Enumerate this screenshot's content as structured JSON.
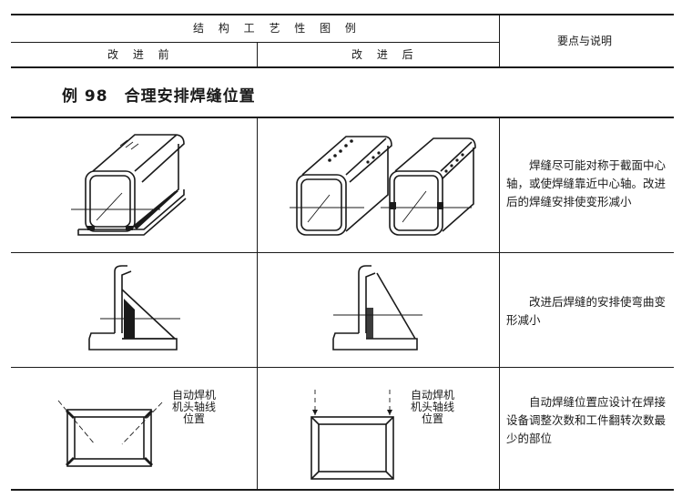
{
  "header": {
    "title": "结 构 工 艺 性 图 例",
    "before": "改 进 前",
    "after": "改 进 后",
    "notes_header": "要点与说明"
  },
  "example": {
    "title": "例 98　合理安排焊缝位置"
  },
  "rows": [
    {
      "note": "焊缝尽可能对称于截面中心轴，或使焊缝靠近中心轴。改进后的焊缝安排使变形减小"
    },
    {
      "note": "改进后焊缝的安排使弯曲变形减小"
    },
    {
      "note": "自动焊缝位置应设计在焊接设备调整次数和工件翻转次数最少的部位",
      "label_before": [
        "自动焊机",
        "机头轴线",
        "位置"
      ],
      "label_after": [
        "自动焊机",
        "机头轴线",
        "位置"
      ]
    }
  ]
}
